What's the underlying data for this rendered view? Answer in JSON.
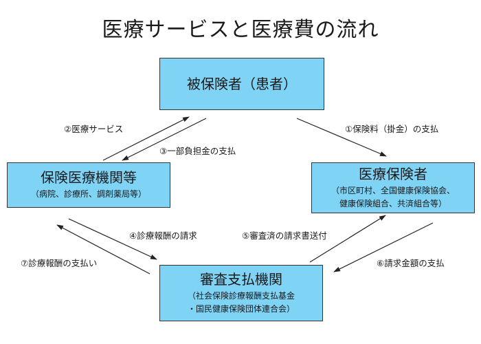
{
  "title": "医療サービスと医療費の流れ",
  "boxes": {
    "patient": {
      "name": "被保険者（患者）"
    },
    "insurer": {
      "name": "医療保険者",
      "sub1": "（市区町村、全国健康保険協会、",
      "sub2": "健康保険組合、共済組合等）"
    },
    "hospital": {
      "name": "保険医療機関等",
      "sub1": "（病院、診療所、調剤薬局等）"
    },
    "review": {
      "name": "審査支払機関",
      "sub1": "（社会保険診療報酬支払基金",
      "sub2": "・国民健康保険団体連合会）"
    }
  },
  "flows": {
    "f1": "①保険料（掛金）の支払",
    "f2": "②医療サービス",
    "f3": "③一部負担金の支払",
    "f4": "④診療報酬の請求",
    "f5": "⑤審査済の請求書送付",
    "f6": "⑥請求金額の支払",
    "f7": "⑦診療報酬の支払い"
  },
  "colors": {
    "box_fill": "#7fd3f5",
    "arrow": "#222222"
  }
}
